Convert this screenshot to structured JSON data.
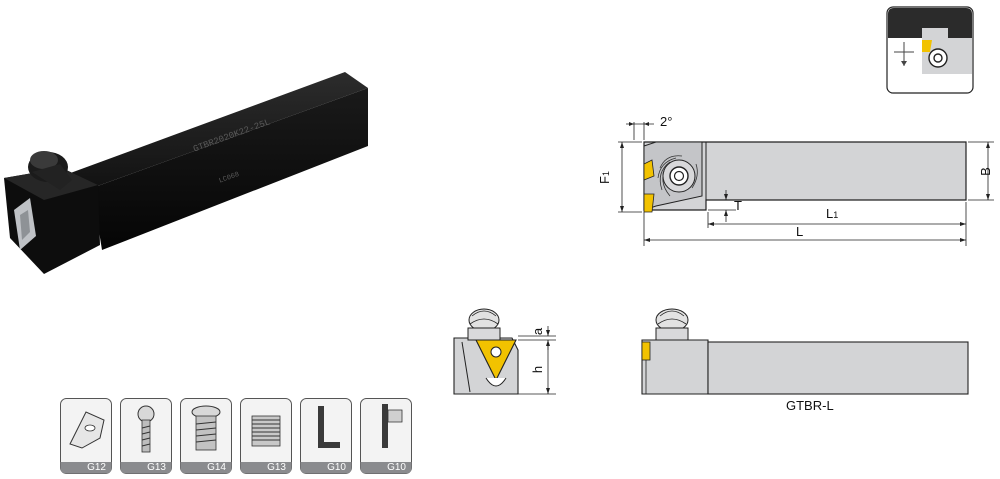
{
  "product_photo": {
    "engraving_main": "GTBR2020K22-25L",
    "engraving_sub": "LC068"
  },
  "orientation_icon": {
    "name": "orientation-icon"
  },
  "top_view": {
    "angle_label": "2°",
    "dim_F1": "F",
    "dim_F1_sub": "1",
    "dim_B": "B",
    "dim_T": "T",
    "dim_L1": "L",
    "dim_L1_sub": "1",
    "dim_L": "L"
  },
  "insert_detail": {
    "dim_a": "a",
    "dim_h": "h"
  },
  "side_view": {
    "caption": "GTBR-L"
  },
  "parts": [
    {
      "icon": "insert-icon",
      "code": "G12"
    },
    {
      "icon": "screw-icon",
      "code": "G13"
    },
    {
      "icon": "clamp-screw-icon",
      "code": "G14"
    },
    {
      "icon": "spring-icon",
      "code": "G13"
    },
    {
      "icon": "hex-key-icon",
      "code": "G10"
    },
    {
      "icon": "torx-key-icon",
      "code": "G10"
    }
  ],
  "colors": {
    "body_gray": "#d3d4d6",
    "insert_yellow": "#f2c200",
    "tool_black": "#141414",
    "tile_label_bg": "#8a8b8e"
  }
}
